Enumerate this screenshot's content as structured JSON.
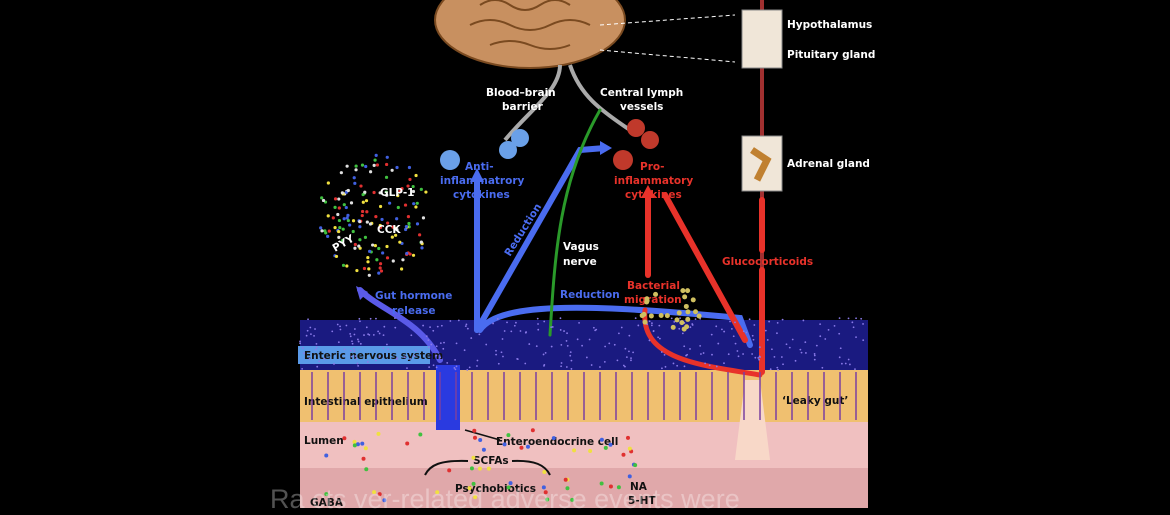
{
  "labels": {
    "hypothalamus": "Hypothalamus",
    "pituitary": "Pituitary gland",
    "adrenal": "Adrenal gland",
    "glucocorticoids": "Glucocorticoids",
    "bbb1": "Blood–brain",
    "bbb2": "barrier",
    "lymph1": "Central lymph",
    "lymph2": "vessels",
    "anti1": "Anti-",
    "anti2": "inflammatrory",
    "anti3": "cytokines",
    "pro1": "Pro-",
    "pro2": "inflammatory",
    "pro3": "cytokines",
    "glp1": "GLP-1",
    "cck": "CCK",
    "pyy": "PYY",
    "reduction1": "Reduction",
    "reduction2": "Reduction",
    "vagus1": "Vagus",
    "vagus2": "nerve",
    "bact1": "Bacterial",
    "bact2": "migration",
    "gut1": "Gut hormone",
    "gut2": "release",
    "ens": "Enteric nervous system",
    "epithelium": "Intestinal epithelium",
    "leaky": "‘Leaky gut’",
    "lumen": "Lumen",
    "enteroendocrine": "Enteroendocrine cell",
    "scfas": "SCFAs",
    "psychobiotics": "Psychobiotics",
    "na": "NA",
    "ht": "5-HT",
    "gaba": "GABA"
  },
  "subtitle": "Ra        cts            ver-related adverse events were",
  "colors": {
    "anti": "#4a6cf0",
    "pro": "#e8322a",
    "vagus": "#2a9a2a",
    "epithelium": "#f0c070",
    "lumen": "#f0c0c0"
  }
}
